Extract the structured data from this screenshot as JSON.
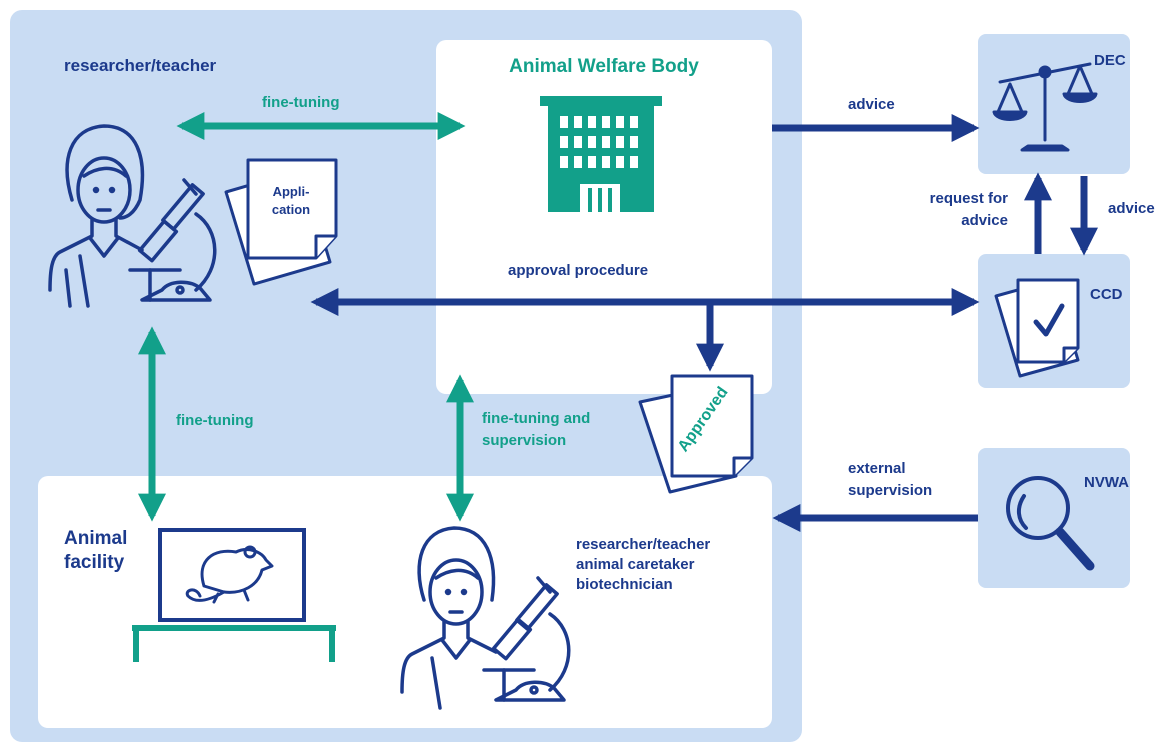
{
  "organization": {
    "researcher_label": "researcher/teacher",
    "body_title": "Animal Welfare Body",
    "application_line1": "Appli-",
    "application_line2": "cation",
    "fine_tuning_top": "fine-tuning",
    "approval_procedure": "approval procedure",
    "fine_tuning_left": "fine-tuning",
    "fine_tuning_supervision_line1": "fine-tuning and",
    "fine_tuning_supervision_line2": "supervision",
    "approved_stamp": "Approved",
    "facility_line1": "Animal",
    "facility_line2": "facility",
    "staff_line1": "researcher/teacher",
    "staff_line2": "animal caretaker",
    "staff_line3": "biotechnician"
  },
  "external": {
    "dec_label": "DEC",
    "ccd_label": "CCD",
    "nvwa_label": "NVWA",
    "advice_top": "advice",
    "request_line1": "request for",
    "request_line2": "advice",
    "advice_right": "advice",
    "external_line1": "external",
    "external_line2": "supervision"
  },
  "colors": {
    "navy": "#1c3a8c",
    "green": "#12a08a",
    "panel_light": "#c9dcf3",
    "white": "#ffffff"
  },
  "icons": [
    "researcher-icon",
    "microscope-icon",
    "document-icon",
    "building-icon",
    "scales-icon",
    "checked-documents-icon",
    "magnifier-icon",
    "rat-icon",
    "cage-icon",
    "approved-document-icon"
  ]
}
